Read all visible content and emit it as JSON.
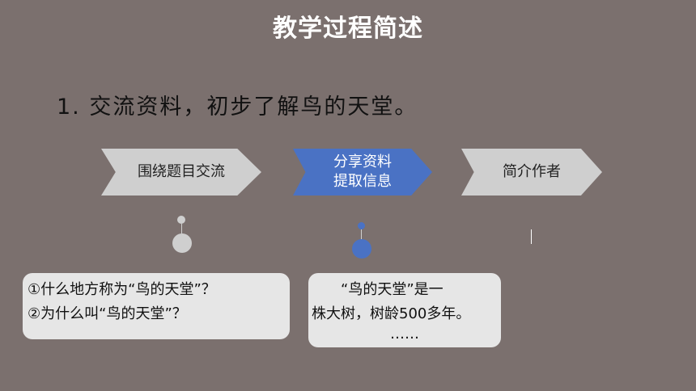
{
  "header": {
    "title": "教学过程简述"
  },
  "section": {
    "heading": "1. 交流资料，初步了解鸟的天堂。"
  },
  "steps": [
    {
      "label": "围绕题目交流",
      "state": "inactive"
    },
    {
      "label_line1": "分享资料",
      "label_line2": "提取信息",
      "state": "active"
    },
    {
      "label": "简介作者",
      "state": "inactive"
    }
  ],
  "colors": {
    "background": "#7b706e",
    "active": "#4a72c4",
    "inactive": "#cfcfcf",
    "card": "#e6e6e6"
  },
  "cards": {
    "questions": {
      "line1": "①什么地方称为“鸟的天堂”？",
      "line2": "②为什么叫“鸟的天堂”？"
    },
    "info": {
      "line1": "“鸟的天堂”是一",
      "line2": "株大树，树龄500多年。",
      "line3": "……"
    }
  }
}
